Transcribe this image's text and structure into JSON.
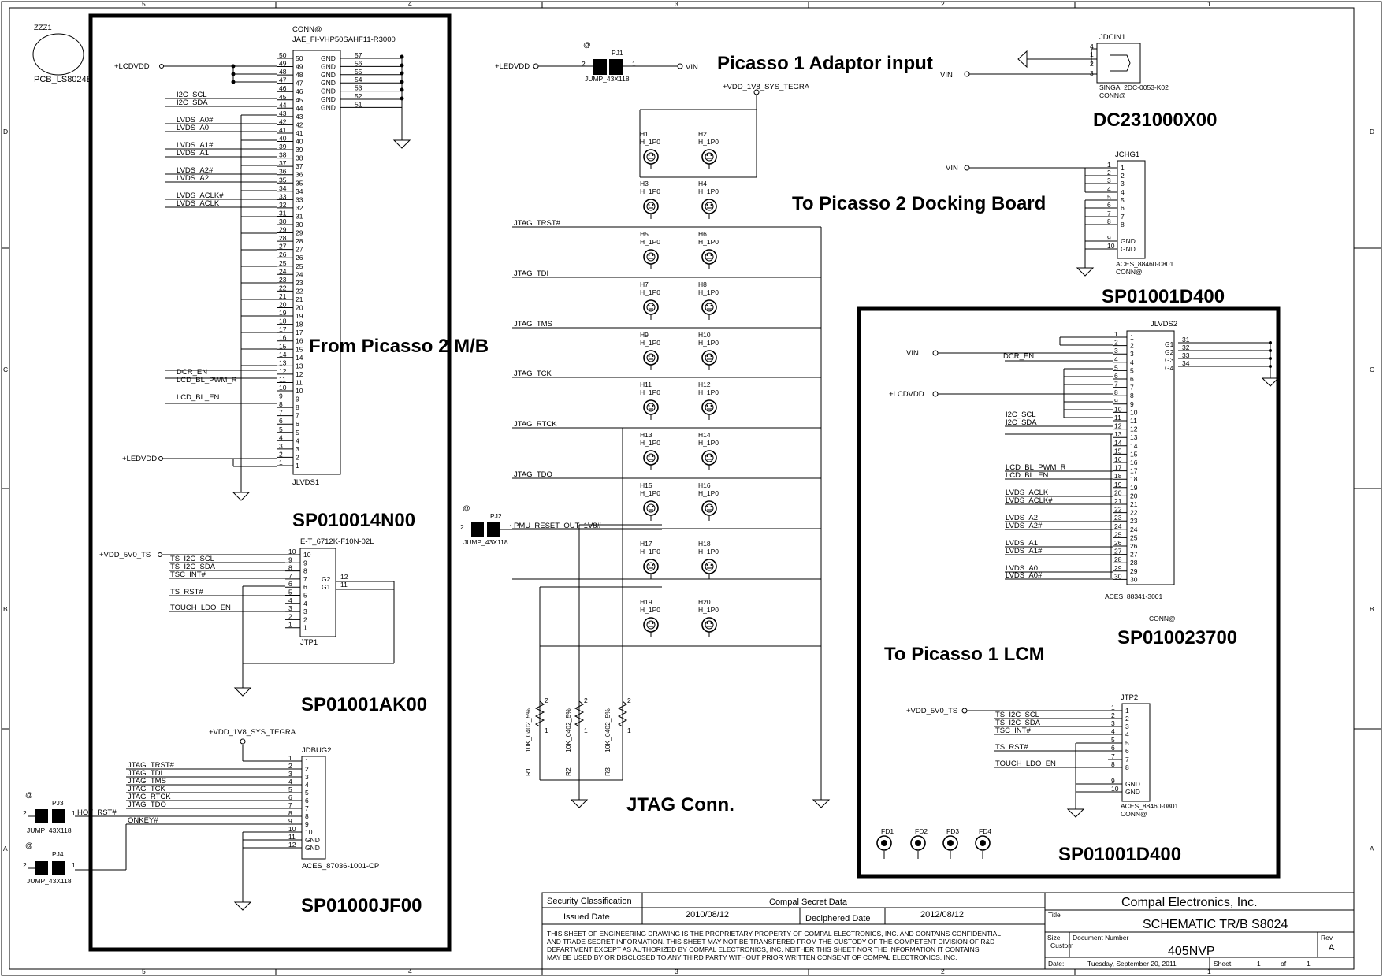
{
  "border": {
    "zones_top": [
      "5",
      "4",
      "3",
      "2",
      "1"
    ],
    "zones_side": [
      "D",
      "C",
      "B",
      "A"
    ]
  },
  "headings": [
    "Picasso 1 Adaptor input",
    "DC231000X00",
    "To Picasso 2 Docking Board",
    "SP01001D400",
    "From Picasso  2 M/B",
    "SP010014N00",
    "SP01001AK00",
    "SP01000JF00",
    "JTAG Conn.",
    "To Picasso 1 LCM",
    "SP010023700",
    "SP01001D400"
  ],
  "misc": {
    "zzz_ref": "ZZZ1",
    "zzz_val": "PCB_LS8024B",
    "conn_at": "CONN@",
    "at": "@",
    "jlvds1_part": "JAE_FI-VHP50SAHF11-R3000",
    "jlvds1_ref": "JLVDS1",
    "jtp1_part": "E-T_6712K-F10N-02L",
    "jtp1_ref": "JTP1",
    "jdbug2_ref": "JDBUG2",
    "jdbug2_part": "ACES_87036-1001-CP",
    "jdcin1_ref": "JDCIN1",
    "jdcin1_part": "SINGA_2DC-0053-K02",
    "jchg1_ref": "JCHG1",
    "jchg1_part": "ACES_88460-0801",
    "jlvds2_ref": "JLVDS2",
    "jlvds2_part": "ACES_88341-3001",
    "jtp2_ref": "JTP2",
    "jtp2_part": "ACES_88460-0801",
    "jump": "JUMP_43X118",
    "pj1": "PJ1",
    "pj2": "PJ2",
    "pj3": "PJ3",
    "pj4": "PJ4",
    "hole_val": "H_1P0",
    "r1": "R1",
    "r2": "R2",
    "r3": "R3",
    "rval": "10K_0402_5%",
    "fd1": "FD1",
    "fd2": "FD2",
    "fd3": "FD3",
    "fd4": "FD4",
    "g1": "G1",
    "g2": "G2",
    "g3": "G3",
    "g4": "G4",
    "gnd": "GND"
  },
  "nets": {
    "lcdvdd": "+LCDVDD",
    "ledvdd": "+LEDVDD",
    "vin": "VIN",
    "vdd1v8": "+VDD_1V8_SYS_TEGRA",
    "vdd5v": "+VDD_5V0_TS",
    "i2c_scl": "I2C_SCL",
    "i2c_sda": "I2C_SDA",
    "lvds_a0n": "LVDS_A0#",
    "lvds_a0": "LVDS_A0",
    "lvds_a1n": "LVDS_A1#",
    "lvds_a1": "LVDS_A1",
    "lvds_a2n": "LVDS_A2#",
    "lvds_a2": "LVDS_A2",
    "lvds_aclkn": "LVDS_ACLK#",
    "lvds_aclk": "LVDS_ACLK",
    "dcr_en": "DCR_EN",
    "lcd_bl_pwm_r": "LCD_BL_PWM_R",
    "lcd_bl_en": "LCD_BL_EN",
    "ts_i2c_scl": "TS_I2C_SCL",
    "ts_i2c_sda": "TS_I2C_SDA",
    "tsc_int": "TSC_INT#",
    "ts_rst": "TS_RST#",
    "touch_ldo_en": "TOUCH_LDO_EN",
    "jtag_trst": "JTAG_TRST#",
    "jtag_tdi": "JTAG_TDI",
    "jtag_tms": "JTAG_TMS",
    "jtag_tck": "JTAG_TCK",
    "jtag_rtck": "JTAG_RTCK",
    "jtag_tdo": "JTAG_TDO",
    "hot_rst": "HOT_RST#",
    "onkey": "ONKEY#",
    "pmu_reset": "PMU_RESET_OUT_1V8#"
  },
  "title_block": {
    "security_label": "Security Classification",
    "security_value": "Compal Secret Data",
    "issued_label": "Issued Date",
    "issued_value": "2010/08/12",
    "deciphered_label": "Deciphered Date",
    "deciphered_value": "2012/08/12",
    "company": "Compal Electronics, Inc.",
    "title_label": "Title",
    "title_value": "SCHEMATIC TR/B S8024",
    "notice": [
      "THIS SHEET OF ENGINEERING DRAWING IS THE PROPRIETARY PROPERTY OF COMPAL ELECTRONICS, INC. AND CONTAINS CONFIDENTIAL",
      "AND TRADE SECRET INFORMATION. THIS SHEET MAY NOT BE TRANSFERED FROM THE CUSTODY OF THE COMPETENT DIVISION OF R&D",
      "DEPARTMENT EXCEPT AS AUTHORIZED BY COMPAL ELECTRONICS, INC. NEITHER THIS SHEET NOR THE INFORMATION IT CONTAINS",
      "MAY BE USED BY OR DISCLOSED TO ANY THIRD PARTY WITHOUT PRIOR WRITTEN CONSENT OF COMPAL ELECTRONICS, INC."
    ],
    "size_label": "Size",
    "size_value": "Custom",
    "docnum_label": "Document Number",
    "docnum_value": "405NVP",
    "rev_label": "Rev",
    "rev_value": "A",
    "date_label": "Date:",
    "date_value": "Tuesday, September 20, 2011",
    "sheet_label": "Sheet",
    "sheet_value": "1",
    "of_label": "of",
    "of_value": "1"
  }
}
